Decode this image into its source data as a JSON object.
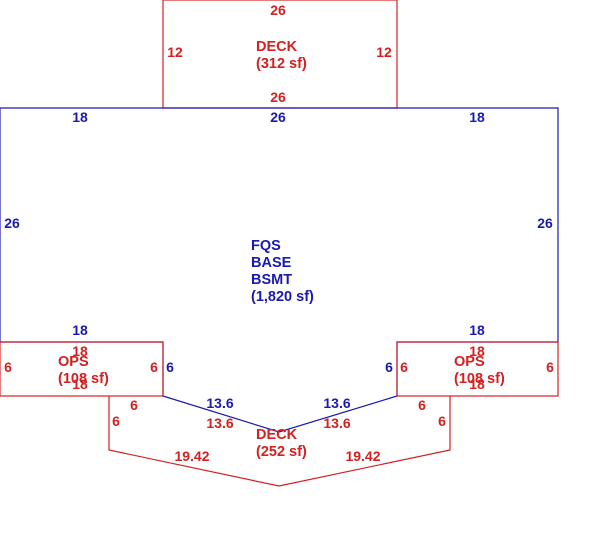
{
  "colors": {
    "deck_red": "#d42020",
    "base_blue": "#1a1ab0"
  },
  "top_deck": {
    "name": "DECK",
    "area": "(312 sf)",
    "dim_top": "26",
    "dim_bottom": "26",
    "dim_left": "12",
    "dim_right": "12"
  },
  "main_base": {
    "line1": "FQS",
    "line2": "BASE",
    "line3": "BSMT",
    "area": "(1,820 sf)",
    "dim_top_left": "18",
    "dim_top_center": "26",
    "dim_top_right": "18",
    "dim_left": "26",
    "dim_right": "26",
    "dim_bottom_left": "18",
    "dim_bottom_right": "18",
    "dim_notch_left": "6",
    "dim_notch_right": "6",
    "dim_angle_left": "13.6",
    "dim_angle_right": "13.6"
  },
  "ops_left": {
    "name": "OPS",
    "area": "(108 sf)",
    "dim_top": "18",
    "dim_bottom": "18",
    "dim_left": "6",
    "dim_right": "6"
  },
  "ops_right": {
    "name": "OPS",
    "area": "(108 sf)",
    "dim_top": "18",
    "dim_bottom": "18",
    "dim_left": "6",
    "dim_right": "6"
  },
  "bottom_deck": {
    "name": "DECK",
    "area": "(252 sf)",
    "dim_top_left": "13.6",
    "dim_top_right": "13.6",
    "dim_left_a": "6",
    "dim_left_b": "6",
    "dim_right_a": "6",
    "dim_right_b": "6",
    "dim_bottom_left": "19.42",
    "dim_bottom_right": "19.42"
  }
}
